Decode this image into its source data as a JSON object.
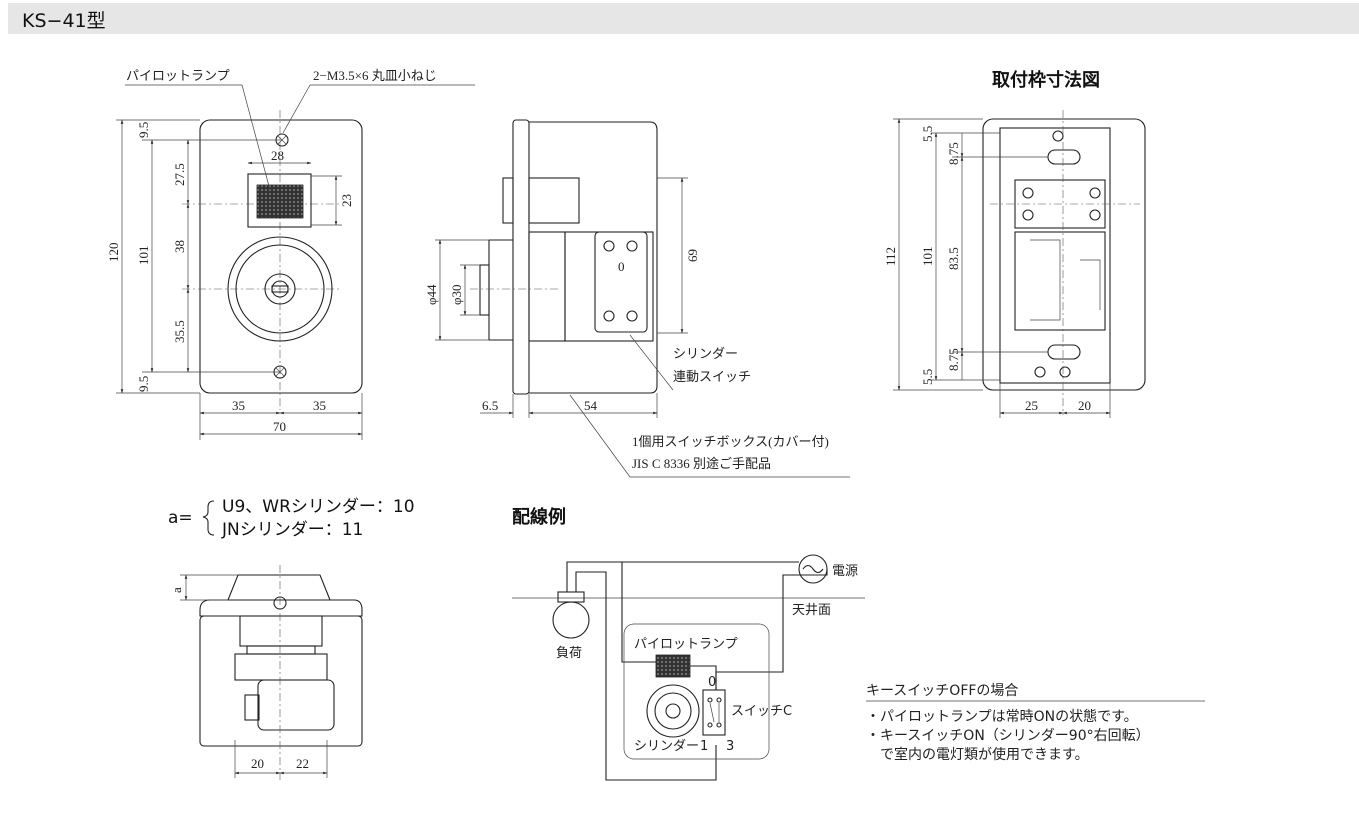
{
  "page_title": "KS−41型",
  "front_view": {
    "pilot_lamp_label": "パイロットランプ",
    "screw_label": "2−M3.5×6 丸皿小ねじ",
    "dims": {
      "h_total": "120",
      "h_inner": "101",
      "top_screw": "9.5",
      "bottom_screw": "9.5",
      "to_lamp": "27.5",
      "lamp_to_key": "38",
      "key_to_screw": "35.5",
      "lamp_w": "28",
      "lamp_h": "23",
      "half_left": "35",
      "half_right": "35",
      "width": "70"
    }
  },
  "side_view": {
    "dims": {
      "d44": "φ44",
      "d30": "φ30",
      "h69": "69",
      "t65": "6.5",
      "d54": "54"
    },
    "cyl_switch_label_1": "シリンダー",
    "cyl_switch_label_2": "連動スイッチ",
    "box_label_1": "1個用スイッチボックス(カバー付)",
    "box_label_2": "JIS C 8336  別途ご手配品"
  },
  "mount_frame": {
    "heading": "取付枠寸法図",
    "dims": {
      "h112": "112",
      "h101": "101",
      "h835": "83.5",
      "t55": "5.5",
      "t875": "8.75",
      "b875": "8.75",
      "b55": "5.5",
      "w25": "25",
      "w20": "20"
    }
  },
  "legend": {
    "prefix": "a=",
    "line1": "U9、WRシリンダー：10",
    "line2": "JNシリンダー：11"
  },
  "bottom_view": {
    "dim_a": "a",
    "w20": "20",
    "w22": "22"
  },
  "wiring": {
    "heading": "配線例",
    "power": "電源",
    "ceiling": "天井面",
    "load": "負荷",
    "pilot": "パイロットランプ",
    "switch_c": "スイッチC",
    "cylinder": "シリンダー",
    "t1": "1",
    "t3": "3",
    "t0": "0"
  },
  "notes": {
    "heading": "キースイッチOFFの場合",
    "line1": "・パイロットランプは常時ONの状態です。",
    "line2": "・キースイッチON（シリンダー90°右回転）",
    "line3": "　で室内の電灯類が使用できます。"
  }
}
